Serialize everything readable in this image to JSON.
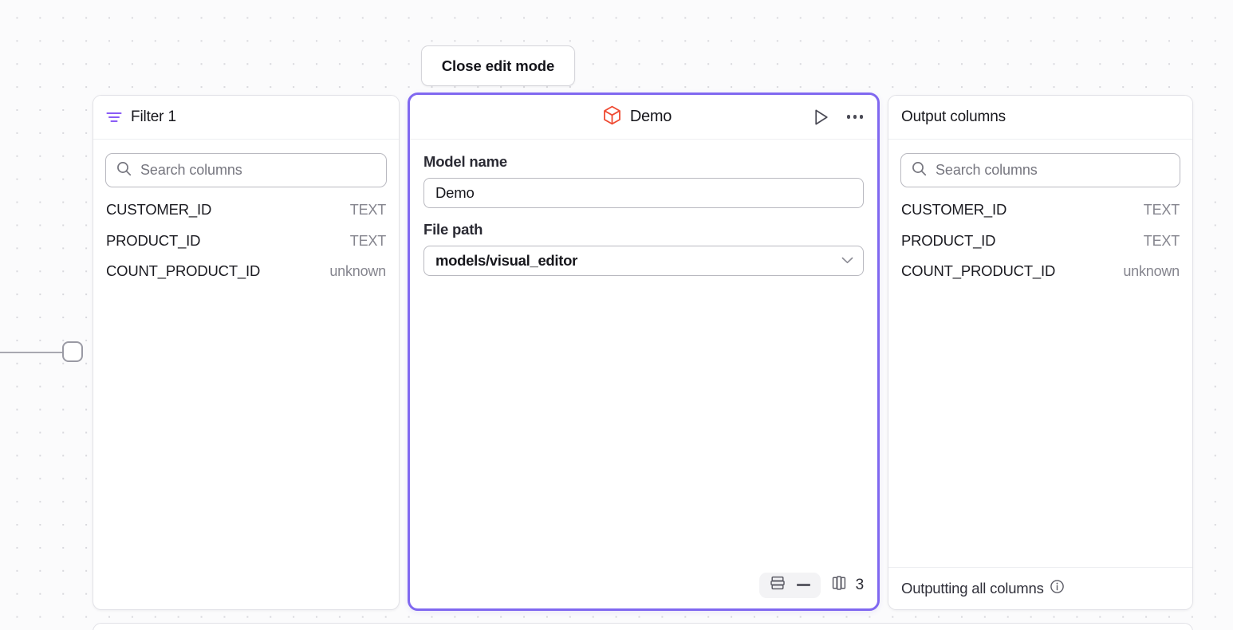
{
  "toolbar": {
    "close_edit_mode_label": "Close edit mode"
  },
  "filter_panel": {
    "title": "Filter 1",
    "icon": "filter-icon",
    "accent_color": "#8a5cf6",
    "search": {
      "placeholder": "Search columns",
      "value": "",
      "icon": "search-icon"
    },
    "columns": [
      {
        "name": "CUSTOMER_ID",
        "type": "TEXT"
      },
      {
        "name": "PRODUCT_ID",
        "type": "TEXT"
      },
      {
        "name": "COUNT_PRODUCT_ID",
        "type": "unknown"
      }
    ]
  },
  "model_panel": {
    "title": "Demo",
    "icon": "cube-icon",
    "icon_color": "#ef4a32",
    "border_color": "#8068f0",
    "actions": {
      "run_label": "run-icon",
      "more_label": "more-options-icon"
    },
    "fields": {
      "model_name_label": "Model name",
      "model_name_value": "Demo",
      "model_name_placeholder": "Model name",
      "file_path_label": "File path",
      "file_path_value": "models/visual_editor"
    },
    "footer": {
      "rows_icon": "rows-icon",
      "rows_value": "—",
      "columns_icon": "columns-icon",
      "columns_count": "3"
    }
  },
  "output_panel": {
    "title": "Output columns",
    "search": {
      "placeholder": "Search columns",
      "value": "",
      "icon": "search-icon"
    },
    "columns": [
      {
        "name": "CUSTOMER_ID",
        "type": "TEXT"
      },
      {
        "name": "PRODUCT_ID",
        "type": "TEXT"
      },
      {
        "name": "COUNT_PRODUCT_ID",
        "type": "unknown"
      }
    ],
    "footer": {
      "text": "Outputting all columns",
      "info_icon": "info-icon"
    }
  }
}
